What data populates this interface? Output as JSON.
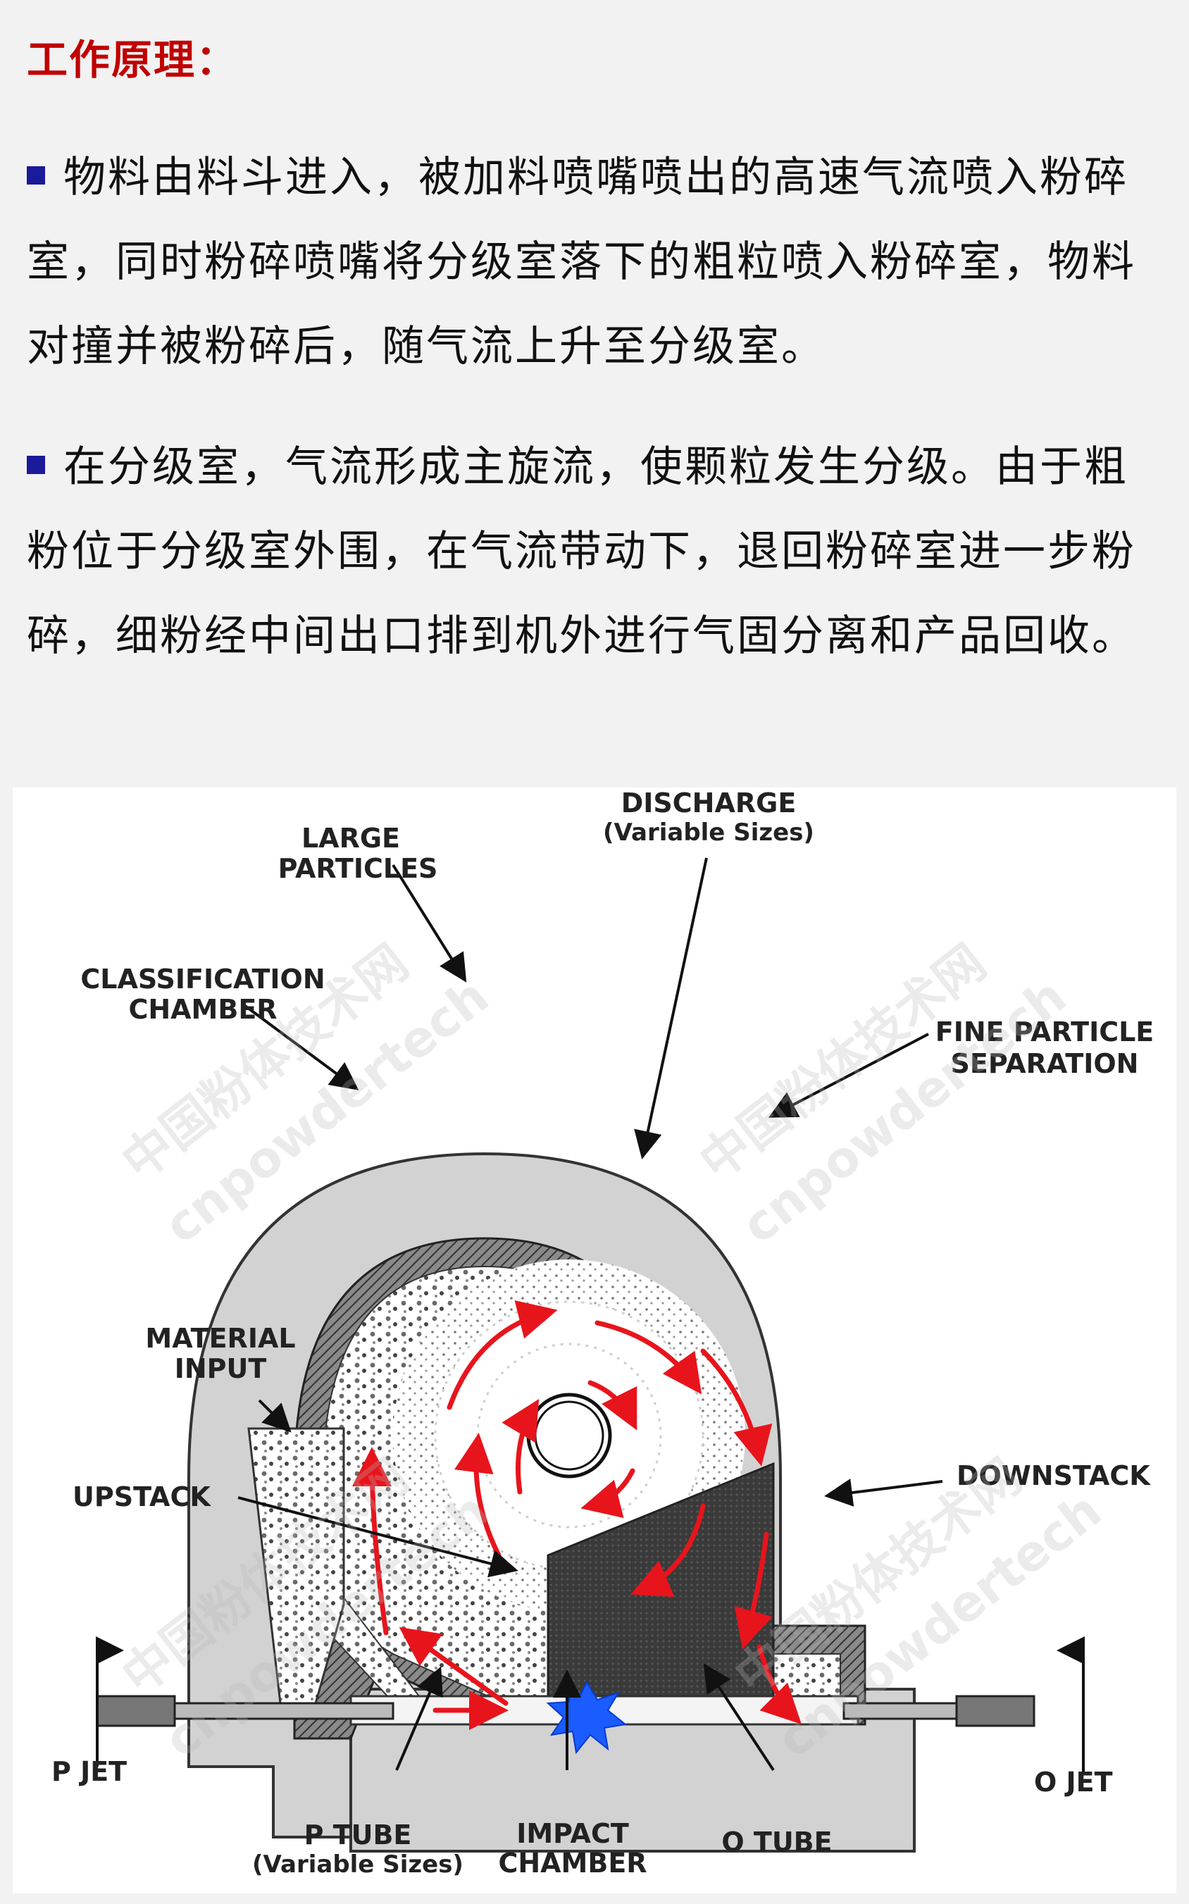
{
  "title": "工作原理：",
  "paragraphs": [
    "物料由料斗进入，被加料喷嘴喷出的高速气流喷入粉碎室，同时粉碎喷嘴将分级室落下的粗粒喷入粉碎室，物料对撞并被粉碎后，随气流上升至分级室。",
    "在分级室，气流形成主旋流，使颗粒发生分级。由于粗粉位于分级室外围，在气流带动下，退回粉碎室进一步粉碎，细粉经中间出口排到机外进行气固分离和产品回收。"
  ],
  "colors": {
    "title": "#c00000",
    "bullet": "#1a1a9a",
    "flow_arrow": "#e8141c",
    "impact": "#1a5cff",
    "housing": "#d2d2d2",
    "wall": "#555555"
  },
  "diagram": {
    "labels": {
      "large_particles": [
        "LARGE",
        "PARTICLES"
      ],
      "discharge": [
        "DISCHARGE",
        "(Variable Sizes)"
      ],
      "classification_chamber": [
        "CLASSIFICATION",
        "CHAMBER"
      ],
      "fine_particle_separation": [
        "FINE PARTICLE",
        "SEPARATION"
      ],
      "material_input": [
        "MATERIAL",
        "INPUT"
      ],
      "upstack": "UPSTACK",
      "downstack": "DOWNSTACK",
      "p_jet": "P JET",
      "o_jet": "O JET",
      "p_tube": [
        "P TUBE",
        "(Variable Sizes)"
      ],
      "impact_chamber": [
        "IMPACT",
        "CHAMBER"
      ],
      "o_tube": "O TUBE"
    },
    "watermarks": [
      "中国粉体技术网",
      "cnpowdertech"
    ]
  }
}
